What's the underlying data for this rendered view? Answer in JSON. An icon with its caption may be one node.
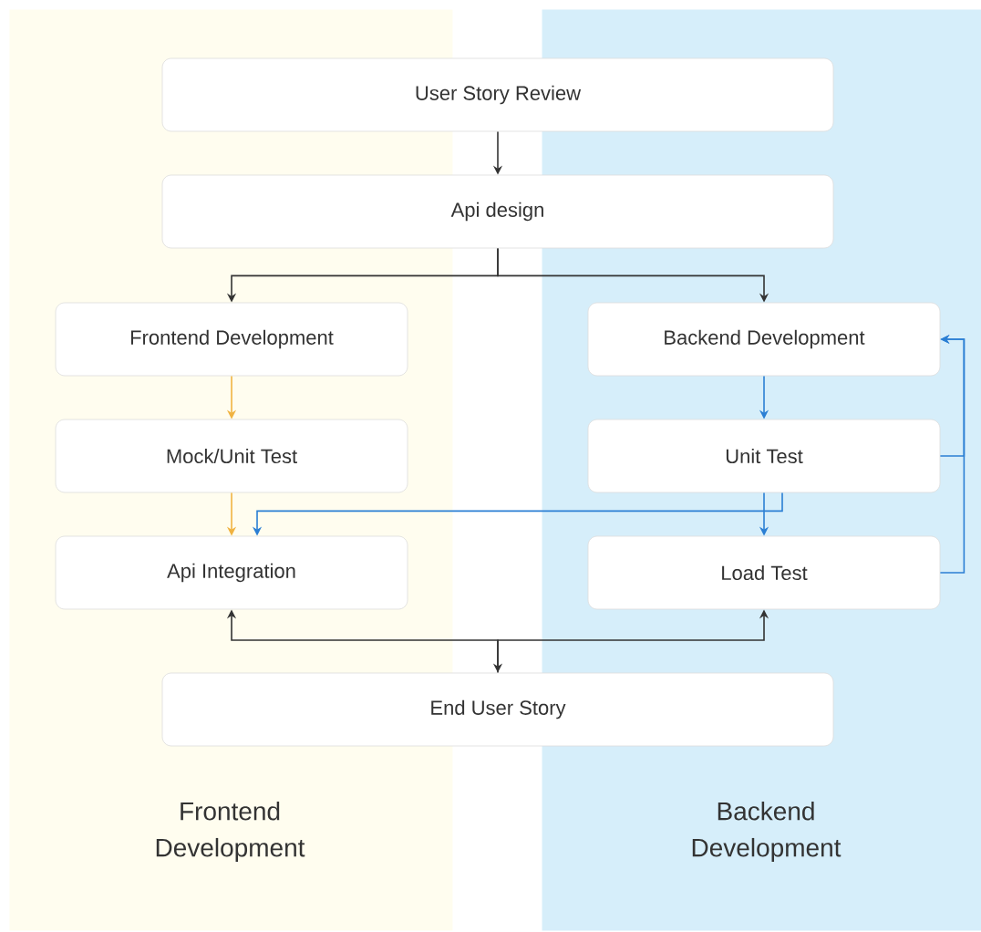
{
  "diagram": {
    "nodes": [
      {
        "text": [
          "Frontend Development"
        ]
      },
      {
        "text": [
          "Backend Development"
        ]
      },
      {
        "text": [
          "User Story Review"
        ]
      },
      {
        "text": [
          "Api design"
        ]
      },
      {
        "text": [
          "Frontend Development"
        ],
        "in": 0
      },
      {
        "text": [
          "Backend Development"
        ],
        "in": 1
      },
      {
        "text": [
          "Mock/Unit Test"
        ],
        "in": 0
      },
      {
        "text": [
          "Unit Test"
        ],
        "in": 1
      },
      {
        "text": [
          "Api Integration"
        ],
        "in": 0
      },
      {
        "text": [
          "Load Test"
        ],
        "in": 1
      },
      {
        "text": [
          "End User Story"
        ]
      }
    ],
    "edges": [
      {
        "from": 2,
        "to": 3,
        "arrow": "to"
      },
      {
        "from": 3,
        "to": 4,
        "arrow": "to"
      },
      {
        "from": 3,
        "to": 5,
        "arrow": "to"
      },
      {
        "from": 4,
        "to": 6,
        "arrow": "to",
        "color": "#f0b341"
      },
      {
        "from": 5,
        "to": 7,
        "arrow": "to",
        "color": "#2b7fd4"
      },
      {
        "from": 6,
        "to": 8,
        "arrow": "to",
        "color": "#f0b341"
      },
      {
        "from": 7,
        "to": 8,
        "arrow": "to",
        "color": "#2b7fd4"
      },
      {
        "from": 7,
        "to": 9,
        "arrow": "to",
        "color": "#2b7fd4"
      },
      {
        "from": 7,
        "to": 5,
        "arrow": "to",
        "color": "#2b7fd4"
      },
      {
        "from": 9,
        "to": 5,
        "arrow": "to",
        "color": "#2b7fd4"
      },
      {
        "from": 8,
        "to": 10,
        "arrow": "both"
      },
      {
        "from": 10,
        "to": 9,
        "arrow": "to"
      }
    ]
  }
}
